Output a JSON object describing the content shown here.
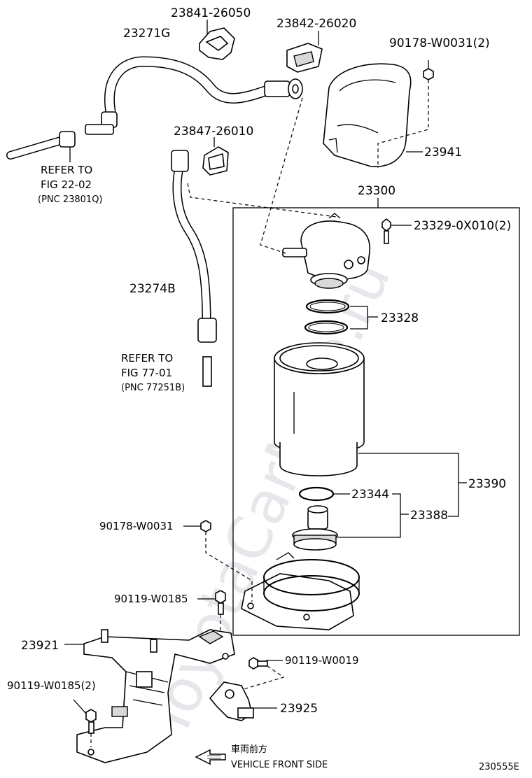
{
  "watermark": "ToyotaCarMine.ru",
  "diagram_code": "230555E",
  "direction": {
    "arrow_icon": "left-arrow",
    "jp_label": "車両前方",
    "en_label": "VEHICLE FRONT SIDE"
  },
  "parts": {
    "p23841": "23841-26050",
    "p23271g": "23271G",
    "p23842": "23842-26020",
    "p90178_top": "90178-W0031(2)",
    "p23941": "23941",
    "p23847": "23847-26010",
    "p23300": "23300",
    "p23329": "23329-0X010(2)",
    "p23274b": "23274B",
    "p23328": "23328",
    "p23390": "23390",
    "p23344": "23344",
    "p23388": "23388",
    "p90178_mid": "90178-W0031",
    "p90119_w0185": "90119-W0185",
    "p23921": "23921",
    "p90119_w0019": "90119-W0019",
    "p90119_w0185_2": "90119-W0185(2)",
    "p23925": "23925"
  },
  "refs": {
    "ref1_line1": "REFER TO",
    "ref1_line2": "FIG 22-02",
    "ref1_line3": "(PNC 23801Q)",
    "ref2_line1": "REFER TO",
    "ref2_line2": "FIG 77-01",
    "ref2_line3": "(PNC 77251B)"
  }
}
